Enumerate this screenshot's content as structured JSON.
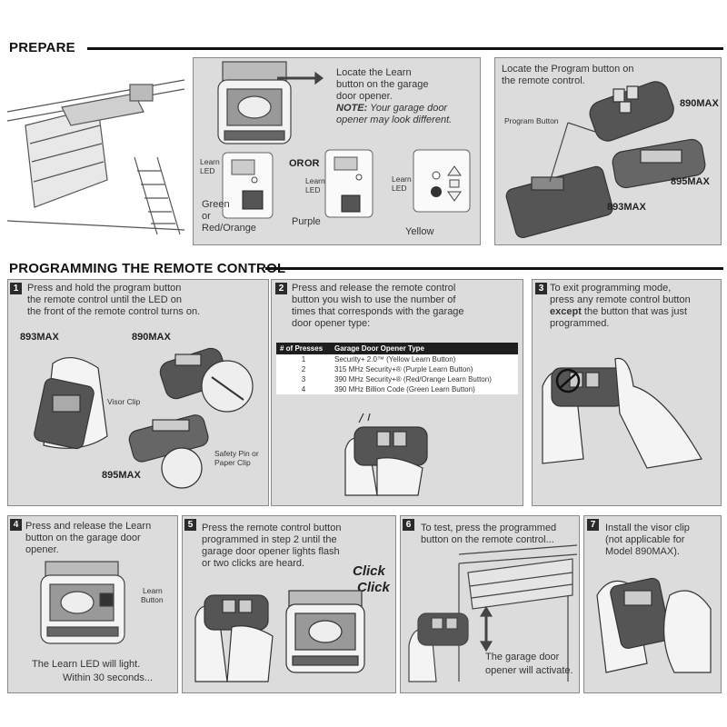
{
  "prepare": {
    "heading": "PREPARE",
    "learn": {
      "line1": "Locate the Learn",
      "line2": "button on the garage",
      "line3": "door opener.",
      "note_label": "NOTE:",
      "note_rest": " Your garage door",
      "note_line2": "opener may look different."
    },
    "led_labels": {
      "learn": "Learn",
      "led": "LED"
    },
    "or": "OR",
    "colors": {
      "green_line1": "Green",
      "green_line2": "or",
      "green_line3": "Red/Orange",
      "purple": "Purple",
      "yellow": "Yellow"
    },
    "remote": {
      "line1": "Locate the Program button on",
      "line2": "the remote control.",
      "program_button": "Program Button",
      "models": [
        "890MAX",
        "895MAX",
        "893MAX"
      ]
    }
  },
  "programming": {
    "heading": "PROGRAMMING THE REMOTE CONTROL",
    "step1": {
      "num": "1",
      "line1": "Press and hold the program button",
      "line2": "the remote control until the LED on",
      "line3": "the front of the remote control turns on.",
      "model_a": "893MAX",
      "model_b": "890MAX",
      "model_c": "895MAX",
      "visor_clip": "Visor Clip",
      "pin1": "Safety Pin or",
      "pin2": "Paper Clip"
    },
    "step2": {
      "num": "2",
      "line1": "Press and release the remote control",
      "line2": "button you wish to use the number of",
      "line3": "times that corresponds with the garage",
      "line4": "door opener type:",
      "table_headers": [
        "# of Presses",
        "Garage Door Opener Type"
      ],
      "table_rows": [
        [
          "1",
          "Security+ 2.0™ (Yellow Learn Button)"
        ],
        [
          "2",
          "315 MHz Security+® (Purple Learn Button)"
        ],
        [
          "3",
          "390 MHz Security+® (Red/Orange Learn Button)"
        ],
        [
          "4",
          "390 MHz Billion Code (Green Learn Button)"
        ]
      ]
    },
    "step3": {
      "num": "3",
      "line1": "To exit programming mode,",
      "line2": "press any remote control button",
      "line3_bold": "except",
      "line3_rest": " the button that was just",
      "line4": "programmed."
    },
    "step4": {
      "num": "4",
      "line1": "Press and release the Learn",
      "line2": "button on the garage door",
      "line3": "opener.",
      "learn_btn1": "Learn",
      "learn_btn2": "Button",
      "foot1": "The Learn LED will light.",
      "foot2": "Within 30 seconds..."
    },
    "step5": {
      "num": "5",
      "line1": "Press the remote control button",
      "line2": "programmed in step 2 until the",
      "line3": "garage door opener lights flash",
      "line4": "or two clicks are heard.",
      "click1": "Click",
      "click2": "Click"
    },
    "step6": {
      "num": "6",
      "line1": "To test, press the programmed",
      "line2": "button on the remote control...",
      "foot1": "The garage door",
      "foot2": "opener will activate."
    },
    "step7": {
      "num": "7",
      "line1": "Install the visor clip",
      "line2": "(not applicable for",
      "line3": "Model 890MAX)."
    }
  }
}
